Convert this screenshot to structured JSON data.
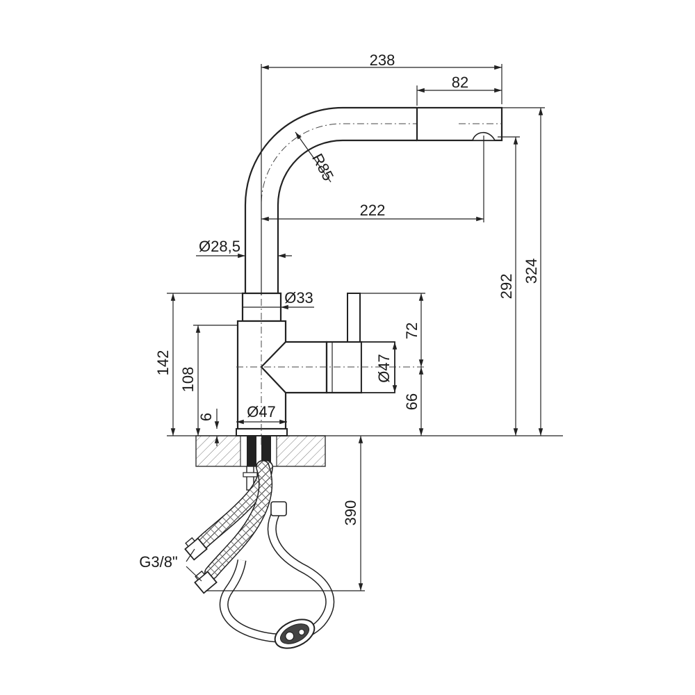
{
  "title": "",
  "dimensions": {
    "total_reach": "238",
    "spout_end": "82",
    "radius": "R85",
    "spout_reach": "222",
    "spout_diameter": "Ø28,5",
    "neck_diameter": "Ø33",
    "lever_height": "72",
    "handle_diameter": "Ø47",
    "body_height": "142",
    "body_lower": "108",
    "handle_axis_height": "66",
    "base_diameter": "Ø47",
    "base_thickness": "6",
    "outlet_height": "292",
    "total_height": "324",
    "hose_length": "390",
    "connection_thread": "G3/8\""
  }
}
